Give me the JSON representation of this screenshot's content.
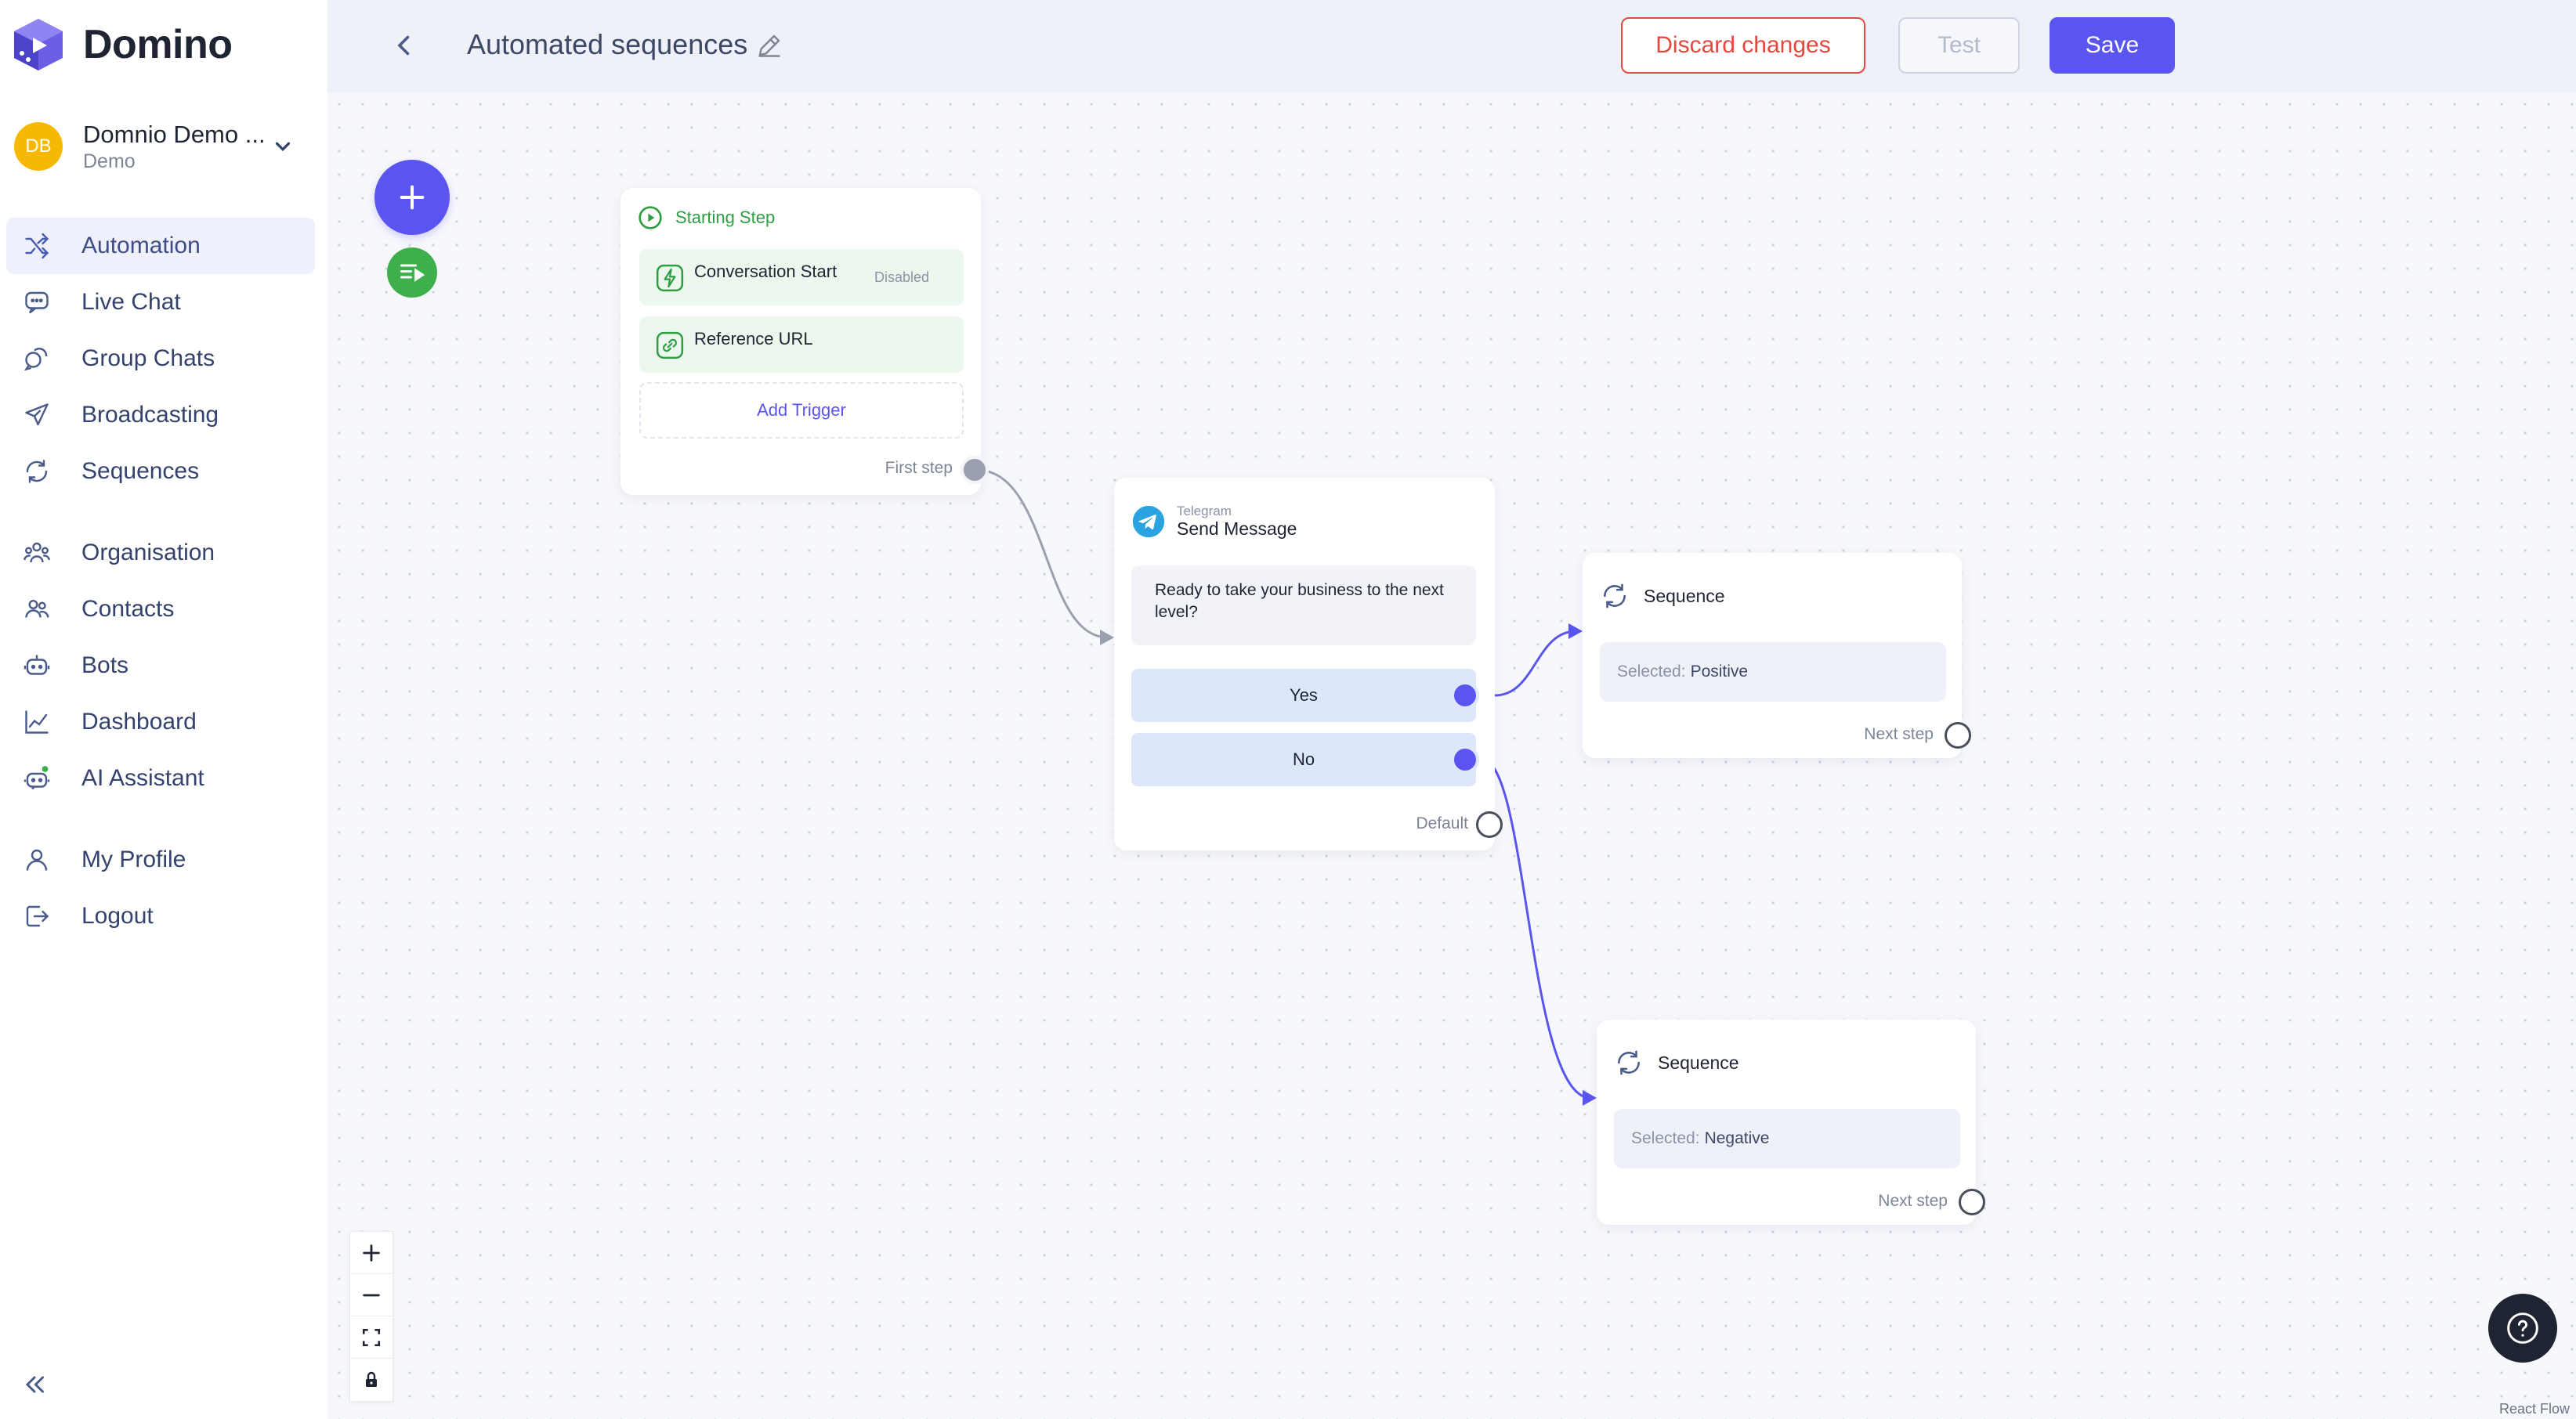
{
  "app": {
    "name": "Domino"
  },
  "account": {
    "initials": "DB",
    "name": "Domnio Demo ...",
    "role": "Demo"
  },
  "nav": {
    "group1": [
      {
        "label": "Automation",
        "icon": "shuffle-icon",
        "active": true
      },
      {
        "label": "Live Chat",
        "icon": "chat-icon"
      },
      {
        "label": "Group Chats",
        "icon": "group-chats-icon"
      },
      {
        "label": "Broadcasting",
        "icon": "send-icon"
      },
      {
        "label": "Sequences",
        "icon": "sequence-icon"
      }
    ],
    "group2": [
      {
        "label": "Organisation",
        "icon": "organisation-icon"
      },
      {
        "label": "Contacts",
        "icon": "contacts-icon"
      },
      {
        "label": "Bots",
        "icon": "bot-icon"
      },
      {
        "label": "Dashboard",
        "icon": "chart-icon"
      },
      {
        "label": "AI Assistant",
        "icon": "ai-assistant-icon"
      }
    ],
    "group3": [
      {
        "label": "My Profile",
        "icon": "user-icon"
      },
      {
        "label": "Logout",
        "icon": "logout-icon"
      }
    ]
  },
  "header": {
    "title": "Automated sequences",
    "discard_label": "Discard changes",
    "test_label": "Test",
    "save_label": "Save"
  },
  "flow": {
    "start": {
      "title": "Starting Step",
      "triggers": [
        {
          "label": "Conversation Start",
          "badge": "Disabled"
        },
        {
          "label": "Reference URL"
        }
      ],
      "add_trigger": "Add Trigger",
      "first_step": "First step"
    },
    "message": {
      "channel": "Telegram",
      "title": "Send Message",
      "text": "Ready to take your business to the next level?",
      "choices": [
        "Yes",
        "No"
      ],
      "default_label": "Default"
    },
    "sequences": [
      {
        "title": "Sequence",
        "selected_key": "Selected:",
        "selected_value": "Positive",
        "next_step": "Next step"
      },
      {
        "title": "Sequence",
        "selected_key": "Selected:",
        "selected_value": "Negative",
        "next_step": "Next step"
      }
    ]
  },
  "footer": {
    "attribution": "React Flow"
  },
  "colors": {
    "accent": "#5b55f0",
    "success": "#3db04b",
    "danger": "#e3493e",
    "avatar": "#f6b800"
  }
}
